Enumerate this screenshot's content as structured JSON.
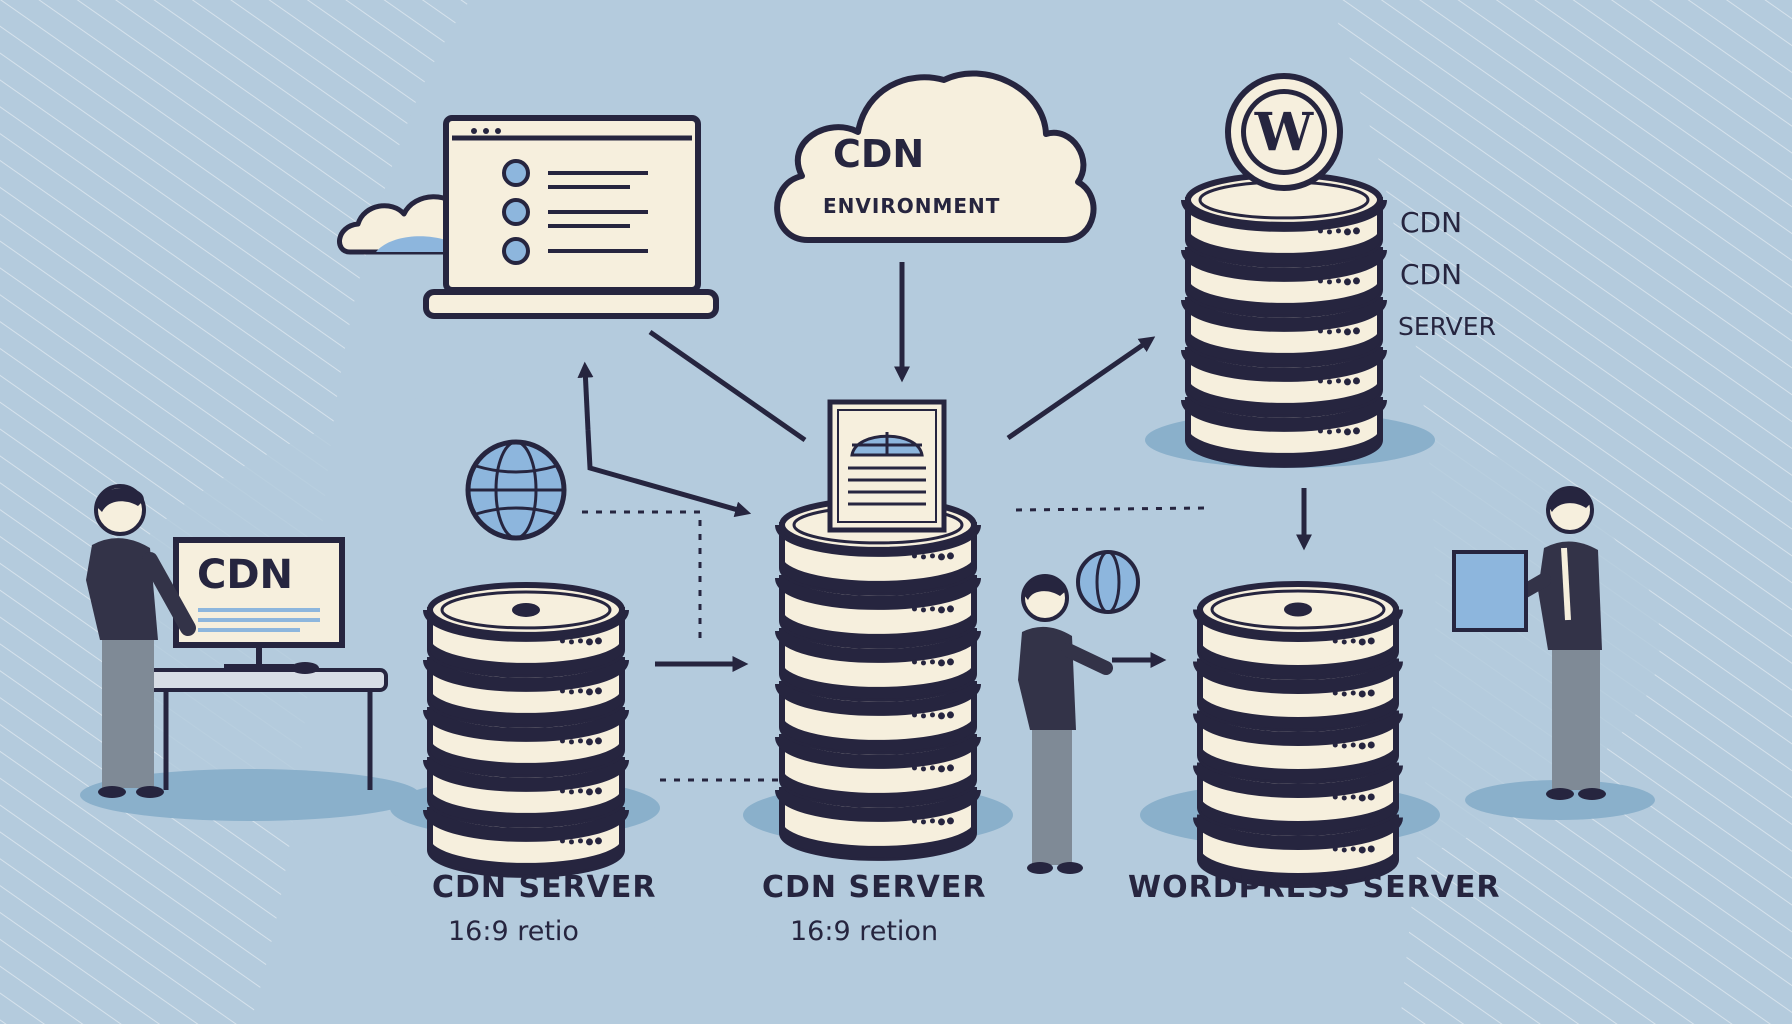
{
  "cloud_top": {
    "title": "CDN",
    "subtitle": "ENVIRONMENT"
  },
  "monitor_left": {
    "text": "CDN"
  },
  "wordpress_stack": {
    "labels": [
      "CDN",
      "CDN",
      "SERVER"
    ],
    "icon": "wordpress-logo-icon"
  },
  "servers": [
    {
      "caption": "CDN SERVER",
      "sub": "16:9 retio"
    },
    {
      "caption": "CDN SERVER",
      "sub": "16:9 retion"
    },
    {
      "caption": "WORDPRESS SERVER"
    }
  ],
  "colors": {
    "background": "#b4cbdd",
    "outline": "#26253f",
    "cream": "#f6efdd",
    "accent_blue": "#8db6dd",
    "shadow": "#8ab0cb"
  },
  "icons": [
    "globe-icon",
    "cloud-icon",
    "laptop-icon",
    "document-icon",
    "arrow-icon"
  ]
}
